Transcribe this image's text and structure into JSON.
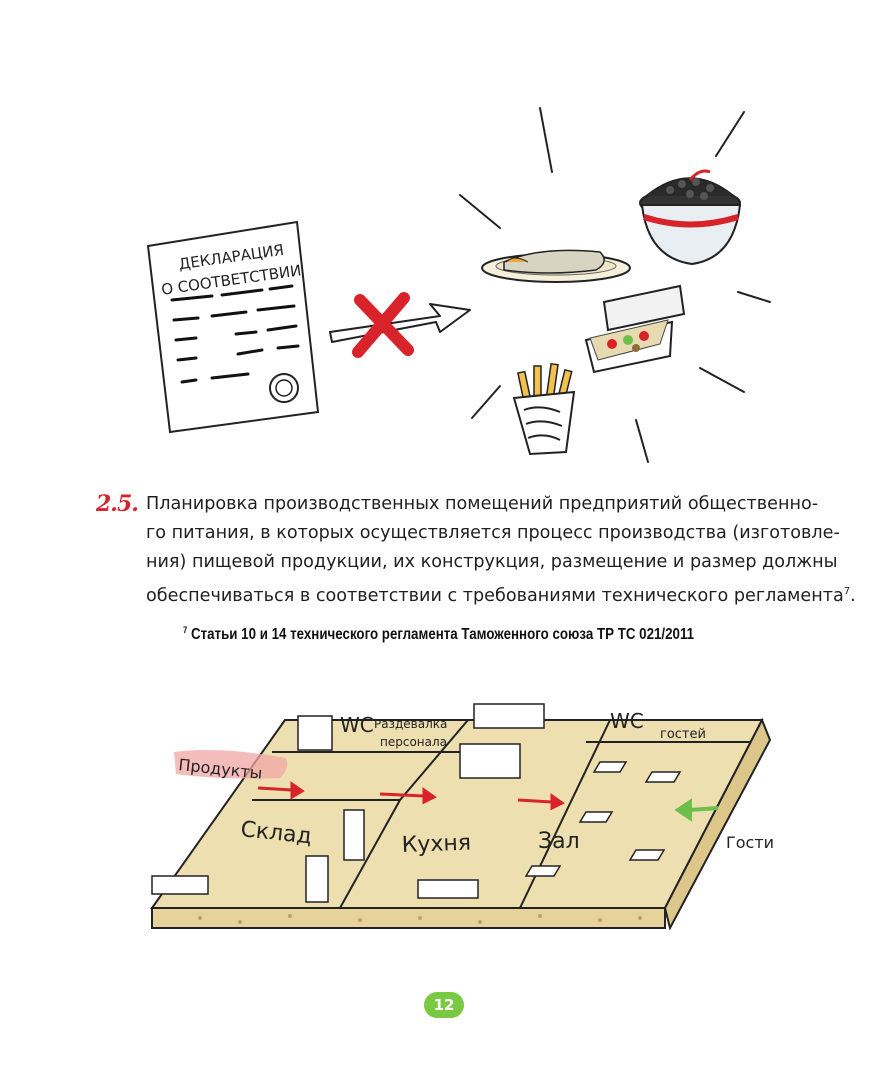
{
  "declaration": {
    "title_line1": "ДЕКЛАРАЦИЯ",
    "title_line2": "О СООТВЕТСТВИИ"
  },
  "paragraph": {
    "number": "2.5.",
    "lines": [
      "Планировка производственных помещений предприятий общественно-",
      "го питания, в которых осуществляется процесс производства (изготовле-",
      "ния) пищевой продукции, их конструкция, размещение и размер должны",
      "обеспечиваться в соответствии с требованиями технического регламента"
    ],
    "footnote_ref": "7",
    "end_punct": "."
  },
  "footnote": {
    "marker": "7",
    "text": " Статьи 10 и 14 технического регламента Таможенного союза ТР ТС 021/2011"
  },
  "plan": {
    "products": "Продукты",
    "wc_staff": "WC",
    "changing_room_line1": "Раздевалка",
    "changing_room_line2": "персонала",
    "wc_guests": "WC",
    "guests_sub": "гостей",
    "warehouse": "Склад",
    "kitchen": "Кухня",
    "hall": "Зал",
    "guests": "Гости"
  },
  "page": {
    "number": "12"
  },
  "colors": {
    "accent_red": "#d8232a",
    "floor": "#eedfb0",
    "green_badge": "#7ac943",
    "guest_arrow": "#6cc04a"
  },
  "icons": [
    "declaration-document",
    "cross-mark-icon",
    "arrow-icon",
    "fish-plate-icon",
    "caviar-bowl-icon",
    "takeaway-box-icon",
    "french-fries-icon"
  ]
}
